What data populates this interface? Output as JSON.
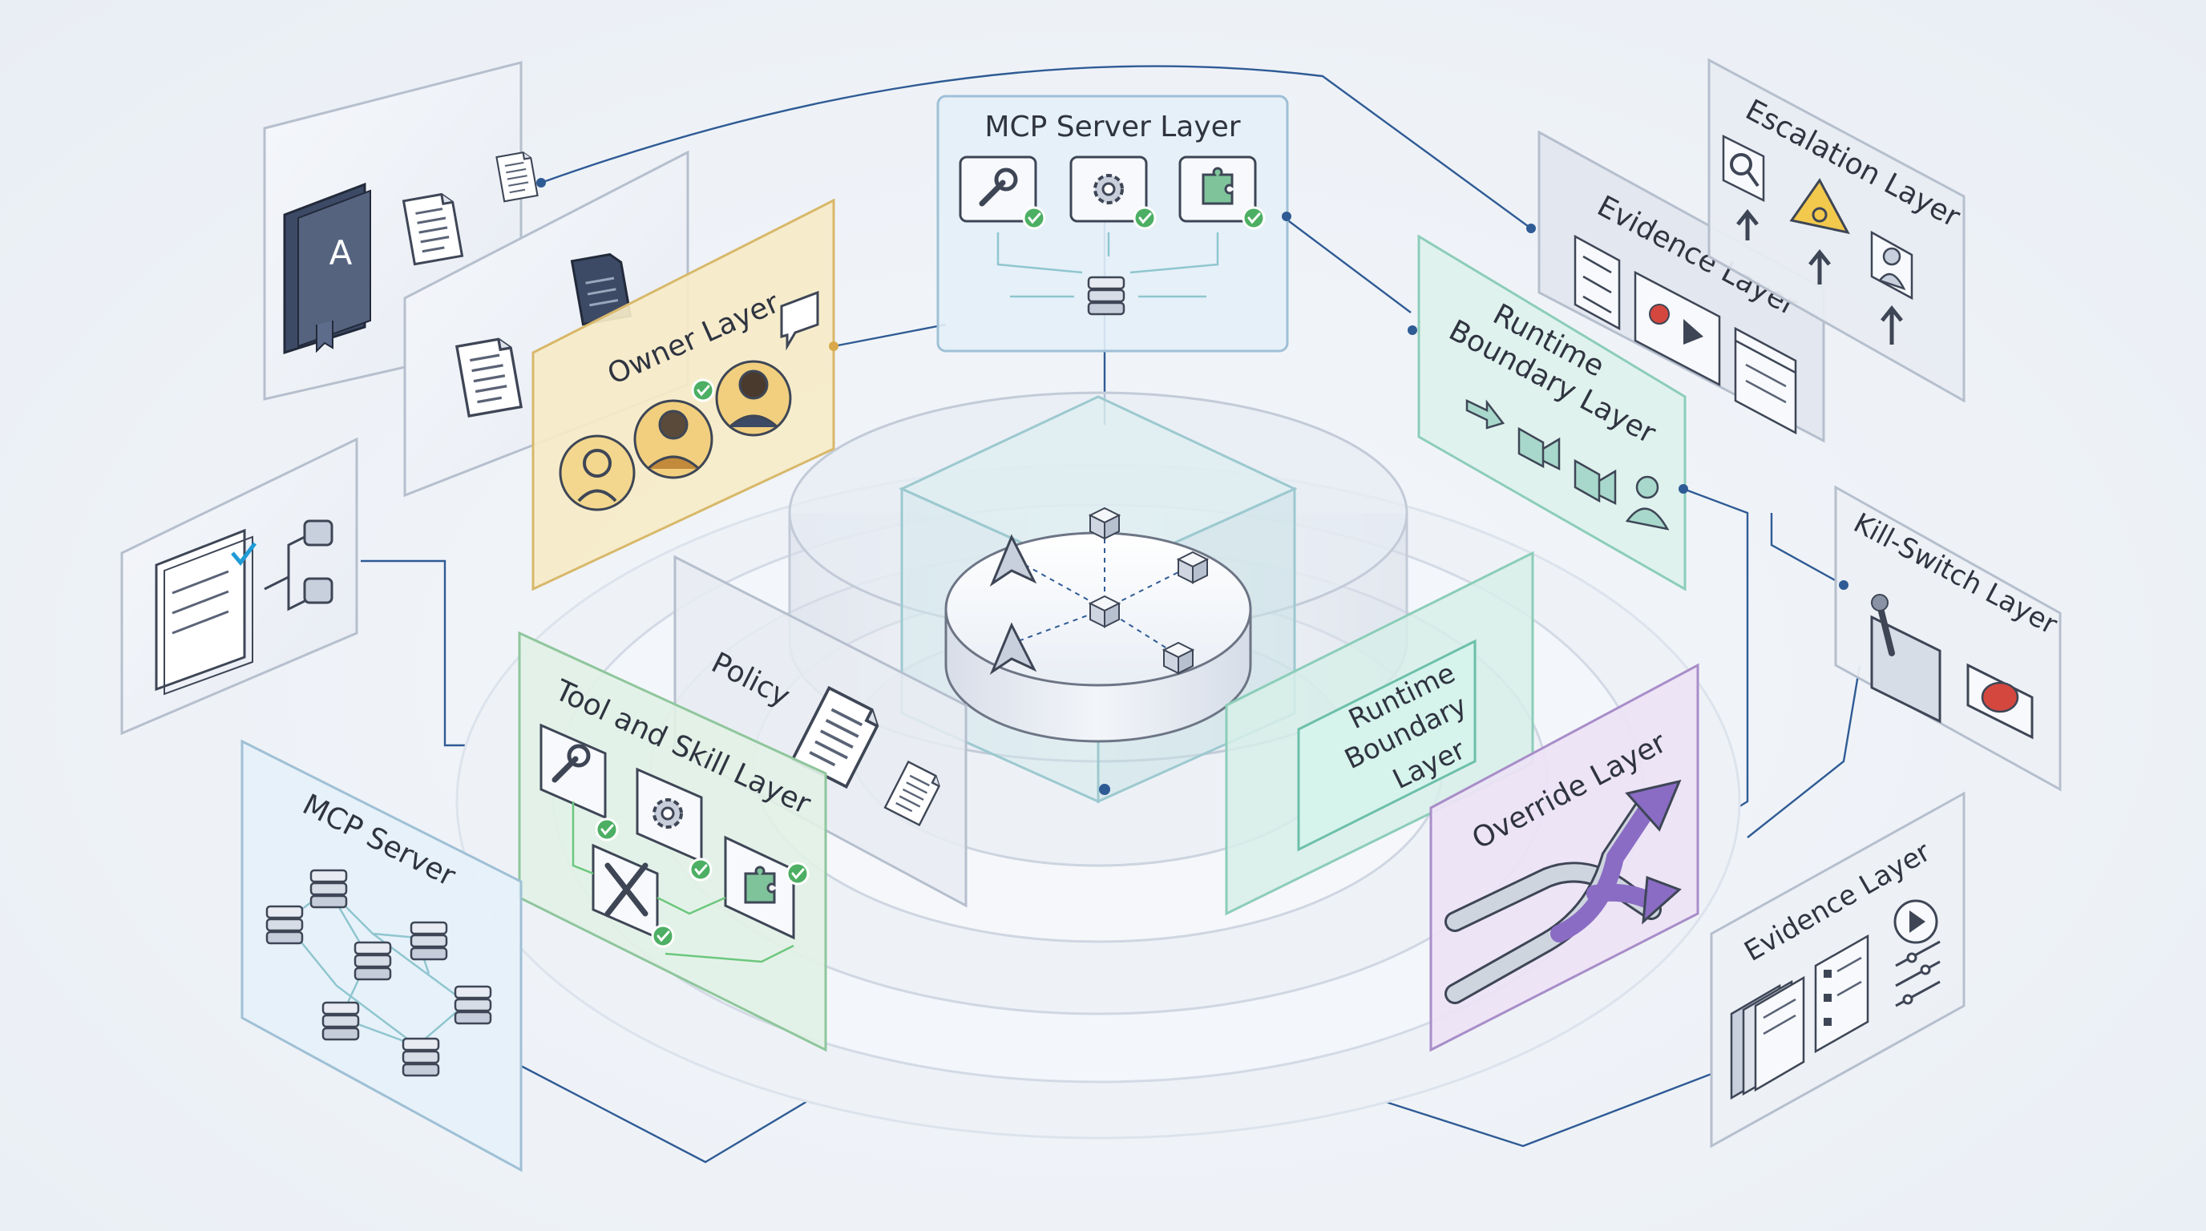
{
  "labels": {
    "mcp_server_layer": "MCP Server Layer",
    "owner_layer": "Owner Layer",
    "runtime_boundary_layer_top": [
      "Runtime",
      "Boundary Layer"
    ],
    "evidence_layer_top": "Evidence Layer",
    "escalation_layer": "Escalation Layer",
    "kill_switch_layer": "Kill-Switch Layer",
    "policy": "Policy",
    "tool_and_skill_layer": "Tool and Skill Layer",
    "runtime_boundary_layer_inner": [
      "Runtime",
      "Boundary",
      "Layer"
    ],
    "override_layer": "Override Layer",
    "mcp_server": "MCP Server",
    "evidence_layer_bottom": "Evidence Layer"
  },
  "icons": {
    "book_letter": "A"
  },
  "colors": {
    "owner_tint": "#f6ecc8",
    "owner_border": "#d8b86a",
    "tool_tint": "#e2f1e6",
    "tool_border": "#8fc69c",
    "override_tint": "#ece3f5",
    "override_border": "#a88dc8",
    "runtime_tint": "#def2ec",
    "runtime_border": "#8ccdb9",
    "mcp_tint": "#e6f1f8",
    "mcp_border": "#9fc0d6",
    "check": "#4caf63",
    "connector": "#2f5b95",
    "override_arrow": "#8a6cc4"
  }
}
